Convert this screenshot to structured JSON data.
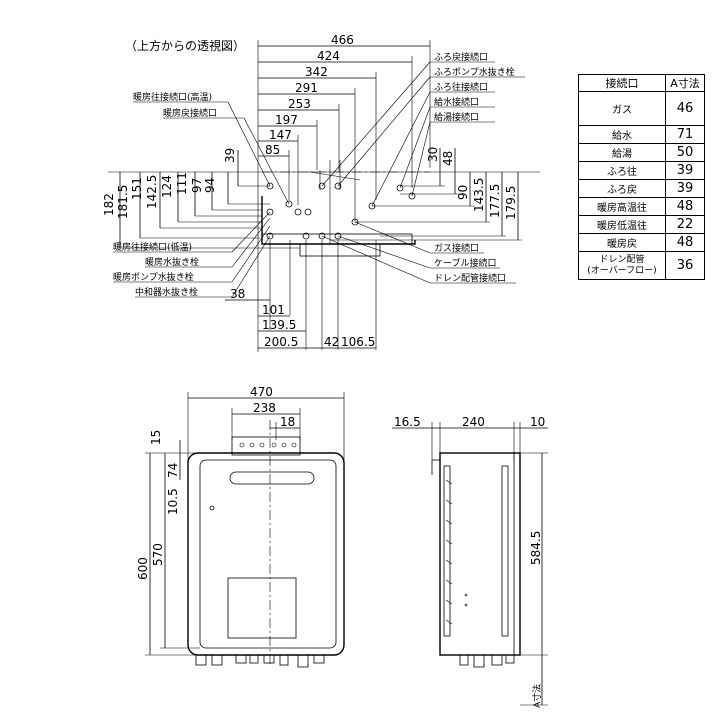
{
  "top_view": {
    "caption": "（上方からの透視図）",
    "width_dims": [
      "466",
      "424",
      "342",
      "291",
      "253",
      "197",
      "147",
      "85"
    ],
    "left_vertical_dims": [
      "182",
      "181.5",
      "151",
      "142.5",
      "124",
      "111",
      "97",
      "94",
      "39"
    ],
    "right_vertical_dims": [
      "30",
      "48",
      "90",
      "143.5",
      "177.5",
      "179.5"
    ],
    "bottom_dims": [
      "38",
      "101",
      "139.5",
      "200.5",
      "42",
      "106.5"
    ],
    "labels_left": [
      "暖房往接続口(高温)",
      "暖房戻接続口",
      "暖房往接続口(低温)",
      "暖房水抜き栓",
      "暖房ポンプ水抜き栓",
      "中和器水抜き栓"
    ],
    "labels_right": [
      "ふろ戻接続口",
      "ふろポンプ水抜き栓",
      "ふろ往接続口",
      "給水接続口",
      "給湯接続口",
      "ガス接続口",
      "ケーブル接続口",
      "ドレン配管接続口"
    ]
  },
  "connection_table": {
    "headers": [
      "接続口",
      "A寸法"
    ],
    "rows": [
      {
        "name": "ガス",
        "value": "46"
      },
      {
        "name": "給水",
        "value": "71"
      },
      {
        "name": "給湯",
        "value": "50"
      },
      {
        "name": "ふろ往",
        "value": "39"
      },
      {
        "name": "ふろ戻",
        "value": "39"
      },
      {
        "name": "暖房高温往",
        "value": "48"
      },
      {
        "name": "暖房低温往",
        "value": "22"
      },
      {
        "name": "暖房戻",
        "value": "48"
      },
      {
        "name": "ドレン配管\n(オーバーフロー)",
        "value": "36"
      }
    ]
  },
  "front_view": {
    "width_dims": [
      "470",
      "238",
      "18"
    ],
    "height_dims": [
      "15",
      "10.5",
      "74",
      "570",
      "600"
    ]
  },
  "side_view": {
    "dims": [
      "16.5",
      "240",
      "10",
      "584.5"
    ],
    "a_label": "A寸法"
  }
}
